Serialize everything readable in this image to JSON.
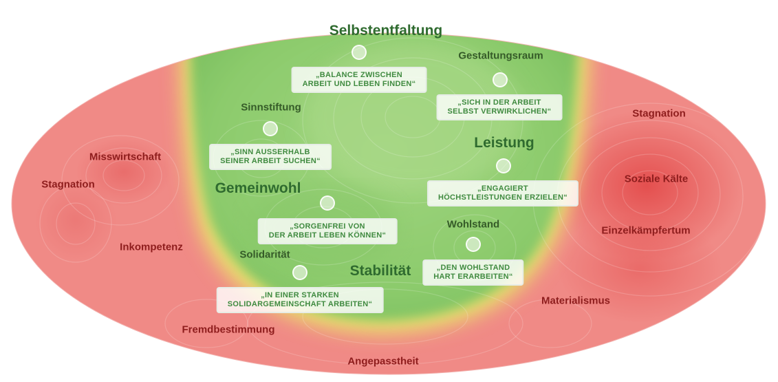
{
  "colors": {
    "positive": "#7cc46a",
    "positive_light": "#a9d888",
    "transition": "#e8e06a",
    "negative": "#f07878",
    "negative_strong": "#e24b4b",
    "value_text": "#2f6b2f",
    "risk_text": "#8e1d1d",
    "quote_text": "#3f8a3f"
  },
  "values": [
    {
      "id": "selbstentfaltung",
      "label": "Selbstentfaltung"
    },
    {
      "id": "gemeinwohl",
      "label": "Gemeinwohl"
    },
    {
      "id": "leistung",
      "label": "Leistung"
    },
    {
      "id": "stabilitaet",
      "label": "Stabilität"
    }
  ],
  "sub_values": [
    {
      "id": "gestaltungsraum",
      "label": "Gestaltungsraum"
    },
    {
      "id": "sinnstiftung",
      "label": "Sinnstiftung"
    },
    {
      "id": "wohlstand",
      "label": "Wohlstand"
    },
    {
      "id": "solidaritaet",
      "label": "Solidarität"
    }
  ],
  "risks": [
    {
      "id": "stagnation-right",
      "label": "Stagnation"
    },
    {
      "id": "soziale-kaelte",
      "label": "Soziale Kälte"
    },
    {
      "id": "einzelkaempfertum",
      "label": "Einzelkämpfertum"
    },
    {
      "id": "materialismus",
      "label": "Materialismus"
    },
    {
      "id": "angepasstheit",
      "label": "Angepasstheit"
    },
    {
      "id": "fremdbestimmung",
      "label": "Fremdbestimmung"
    },
    {
      "id": "inkompetenz",
      "label": "Inkompetenz"
    },
    {
      "id": "stagnation-left",
      "label": "Stagnation"
    },
    {
      "id": "misswirtschaft",
      "label": "Misswirtschaft"
    }
  ],
  "quotes": [
    {
      "id": "balance",
      "lines": [
        "„BALANCE ZWISCHEN",
        "ARBEIT UND LEBEN FINDEN“"
      ]
    },
    {
      "id": "selbst",
      "lines": [
        "„SICH IN DER ARBEIT",
        "SELBST VERWIRKLICHEN“"
      ]
    },
    {
      "id": "sinn",
      "lines": [
        "„SINN AUSSERHALB",
        "SEINER ARBEIT SUCHEN“"
      ]
    },
    {
      "id": "engagiert",
      "lines": [
        "„ENGAGIERT",
        "HÖCHSTLEISTUNGEN ERZIELEN“"
      ]
    },
    {
      "id": "sorgenfrei",
      "lines": [
        "„SORGENFREI VON",
        "DER ARBEIT LEBEN KÖNNEN“"
      ]
    },
    {
      "id": "wohlstand-q",
      "lines": [
        "„DEN WOHLSTAND",
        "HART ERARBEITEN“"
      ]
    },
    {
      "id": "solidar",
      "lines": [
        "„IN EINER STARKEN",
        "SOLIDARGEMEINSCHAFT ARBEITEN“"
      ]
    }
  ]
}
